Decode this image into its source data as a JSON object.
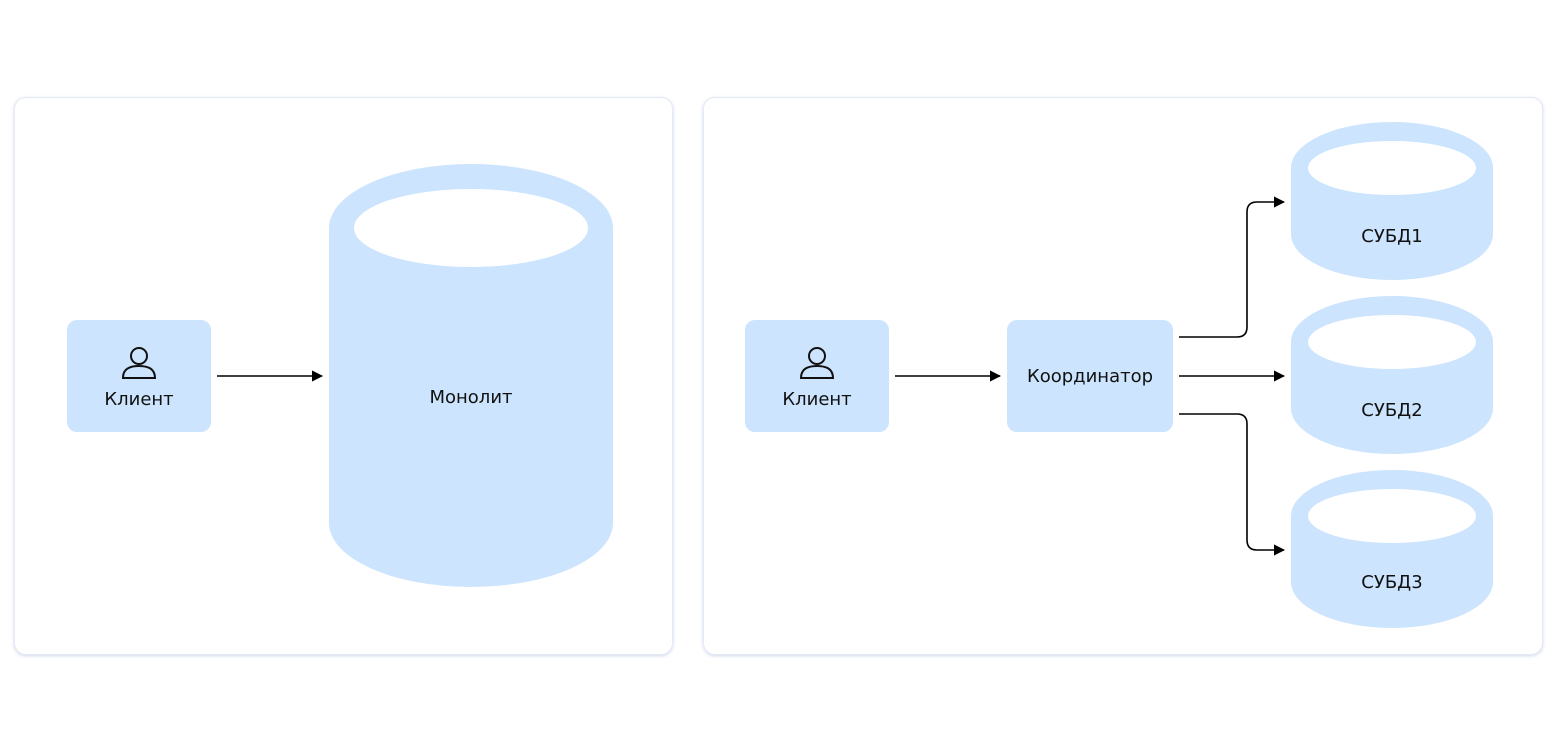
{
  "left_panel": {
    "client_label": "Клиент",
    "monolith_label": "Монолит",
    "icon": "user-icon"
  },
  "right_panel": {
    "client_label": "Клиент",
    "coordinator_label": "Координатор",
    "dbms": [
      {
        "label": "СУБД1"
      },
      {
        "label": "СУБД2"
      },
      {
        "label": "СУБД3"
      }
    ],
    "icon": "user-icon"
  },
  "colors": {
    "node_fill": "#cce4fd",
    "edge": "#000000",
    "panel_border": "#e6eaf5"
  }
}
